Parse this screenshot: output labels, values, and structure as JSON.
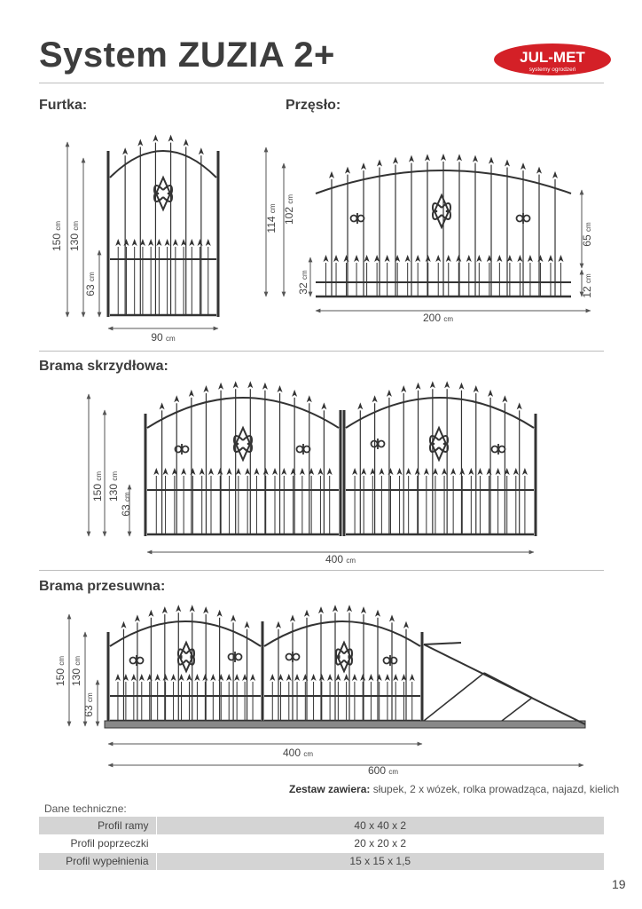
{
  "header": {
    "title": "System ZUZIA 2+",
    "logo_name": "JUL-MET",
    "logo_tagline": "systemy ogrodzeń",
    "brand_color": "#d42027"
  },
  "sections": {
    "furtka": {
      "label": "Furtka:",
      "dims": [
        "150",
        "130",
        "63",
        "90"
      ],
      "unit": "cm"
    },
    "przeslo": {
      "label": "Przęsło:",
      "dims": [
        "114",
        "102",
        "32",
        "65",
        "12",
        "200"
      ],
      "unit": "cm"
    },
    "brama_skrzydlowa": {
      "label": "Brama skrzydłowa:",
      "dims": [
        "150",
        "130",
        "63",
        "400"
      ],
      "unit": "cm"
    },
    "brama_przesuwna": {
      "label": "Brama przesuwna:",
      "dims": [
        "150",
        "130",
        "63",
        "400",
        "600"
      ],
      "unit": "cm"
    }
  },
  "zestaw": {
    "label": "Zestaw zawiera:",
    "text": "słupek, 2 x wózek, rolka prowadząca, najazd, kielich"
  },
  "dane": {
    "title": "Dane techniczne:",
    "rows": [
      {
        "key": "Profil ramy",
        "value": "40 x 40 x 2"
      },
      {
        "key": "Profil poprzeczki",
        "value": "20 x 20 x 2"
      },
      {
        "key": "Profil wypełnienia",
        "value": "15 x 15 x 1,5"
      }
    ]
  },
  "page_number": "19"
}
